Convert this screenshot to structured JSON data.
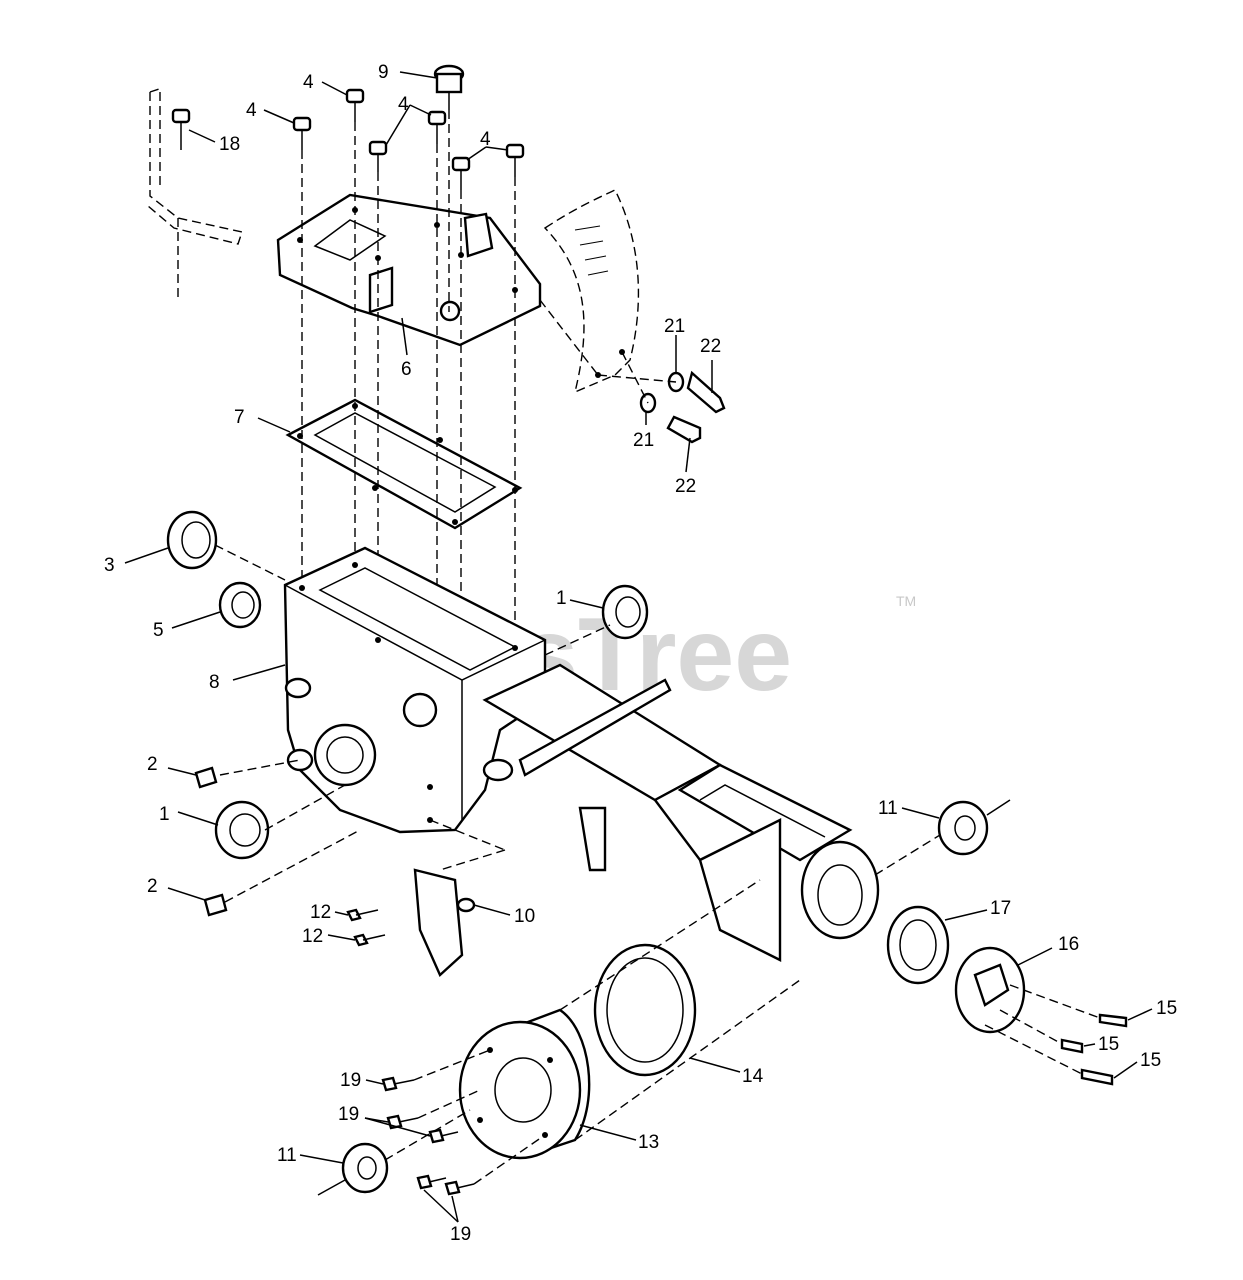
{
  "watermark": {
    "text": "PartsTree",
    "trademark": "TM"
  },
  "callouts": [
    {
      "id": "c9",
      "label": "9"
    },
    {
      "id": "c4a",
      "label": "4"
    },
    {
      "id": "c4b",
      "label": "4"
    },
    {
      "id": "c4c",
      "label": "4"
    },
    {
      "id": "c4d",
      "label": "4"
    },
    {
      "id": "c18",
      "label": "18"
    },
    {
      "id": "c6",
      "label": "6"
    },
    {
      "id": "c7",
      "label": "7"
    },
    {
      "id": "c21a",
      "label": "21"
    },
    {
      "id": "c22a",
      "label": "22"
    },
    {
      "id": "c21b",
      "label": "21"
    },
    {
      "id": "c22b",
      "label": "22"
    },
    {
      "id": "c3",
      "label": "3"
    },
    {
      "id": "c5",
      "label": "5"
    },
    {
      "id": "c8",
      "label": "8"
    },
    {
      "id": "c1a",
      "label": "1"
    },
    {
      "id": "c2a",
      "label": "2"
    },
    {
      "id": "c1b",
      "label": "1"
    },
    {
      "id": "c2b",
      "label": "2"
    },
    {
      "id": "c11a",
      "label": "11"
    },
    {
      "id": "c17",
      "label": "17"
    },
    {
      "id": "c16",
      "label": "16"
    },
    {
      "id": "c12a",
      "label": "12"
    },
    {
      "id": "c12b",
      "label": "12"
    },
    {
      "id": "c10",
      "label": "10"
    },
    {
      "id": "c15a",
      "label": "15"
    },
    {
      "id": "c15b",
      "label": "15"
    },
    {
      "id": "c15c",
      "label": "15"
    },
    {
      "id": "c14",
      "label": "14"
    },
    {
      "id": "c19a",
      "label": "19"
    },
    {
      "id": "c19b",
      "label": "19"
    },
    {
      "id": "c13",
      "label": "13"
    },
    {
      "id": "c11b",
      "label": "11"
    },
    {
      "id": "c19c",
      "label": "19"
    }
  ]
}
